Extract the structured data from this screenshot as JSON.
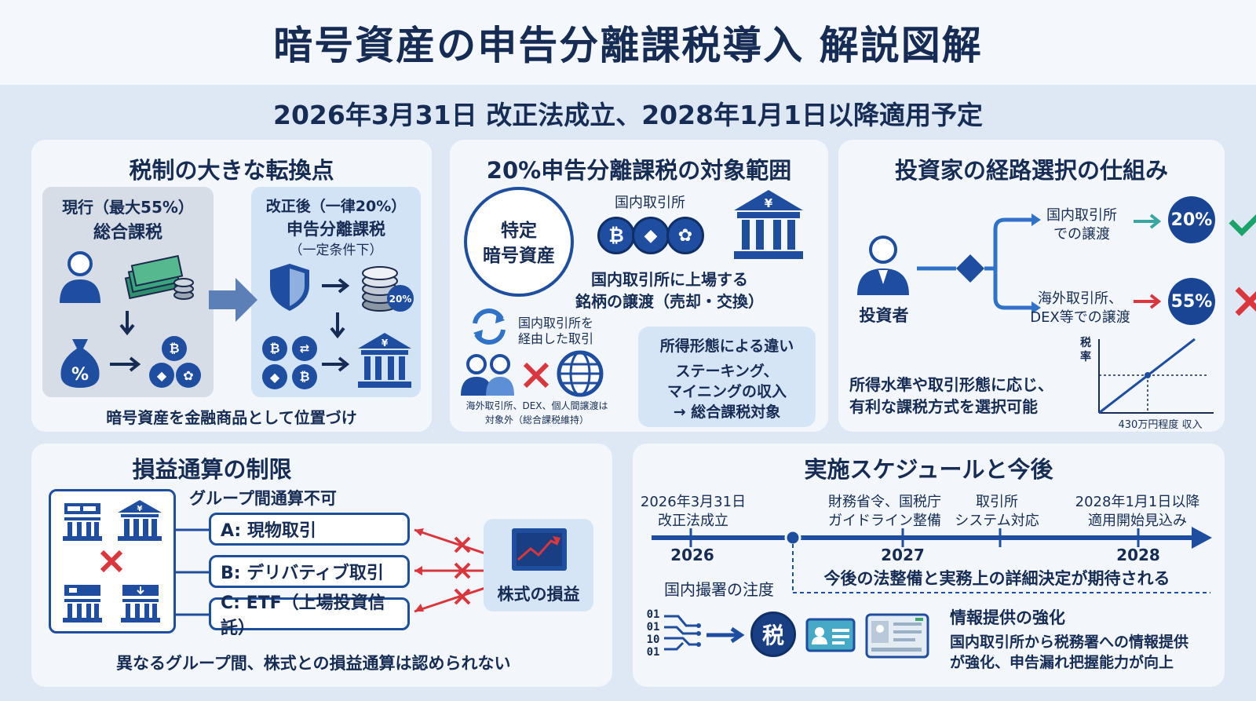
{
  "title": "暗号資産の申告分離課税導入 解説図解",
  "subtitle": "2026年3月31日 改正法成立、2028年1月1日以降適用予定",
  "panel1": {
    "title": "税制の大きな転換点",
    "current_line1": "現行（最大55%）",
    "current_line2": "総合課税",
    "revised_line1": "改正後（一律20%）",
    "revised_line2": "申告分離課税",
    "revised_line3": "（一定条件下）",
    "percent_symbol": "%",
    "coin_badge": "20%",
    "bank_symbol": "¥",
    "bottom": "暗号資産を金融商品として位置づけ"
  },
  "panel2": {
    "title": "20%申告分離課税の対象範囲",
    "circle_line1": "特定",
    "circle_line2": "暗号資産",
    "exchange_label": "国内取引所",
    "bank_symbol": "¥",
    "listed_line1": "国内取引所に上場する",
    "listed_line2": "銘柄の譲渡（売却・交換）",
    "via_line1": "国内取引所を",
    "via_line2": "経由した取引",
    "excluded_line1": "海外取引所、DEX、個人間譲渡は",
    "excluded_line2": "対象外（総合課税維持）",
    "income_title": "所得形態による違い",
    "income_line1": "ステーキング、",
    "income_line2": "マイニングの収入",
    "income_line3": "→ 総合課税対象"
  },
  "panel3": {
    "title": "投資家の経路選択の仕組み",
    "investor": "投資者",
    "route1_line1": "国内取引所",
    "route1_line2": "での譲渡",
    "route1_rate": "20%",
    "route2_line1": "海外取引所、",
    "route2_line2": "DEX等での譲渡",
    "route2_rate": "55%",
    "desc_line1": "所得水準や取引形態に応じ、",
    "desc_line2": "有利な課税方式を選択可能",
    "chart_ylabel": "税率",
    "chart_xlabel": "430万円程度 収入"
  },
  "panel4": {
    "title": "損益通算の制限",
    "subtitle": "グループ間通算不可",
    "bank_symbol": "¥",
    "groups": [
      "A: 現物取引",
      "B: デリバティブ取引",
      "C: ETF（上場投資信託）"
    ],
    "stock": "株式の損益",
    "bottom": "異なるグループ間、株式との損益通算は認められない"
  },
  "panel5": {
    "title": "実施スケジュールと今後",
    "event1_line1": "2026年3月31日",
    "event1_line2": "改正法成立",
    "event2_line1": "財務省令、国税庁",
    "event2_line2": "ガイドライン整備",
    "event3_line1": "取引所",
    "event3_line2": "システム対応",
    "event4_line1": "2028年1月1日以降",
    "event4_line2": "適用開始見込み",
    "year1": "2026",
    "year2": "2027",
    "year3": "2028",
    "note1": "国内撮署の注度",
    "note2": "今後の法整備と実務上の詳細決定が期待される",
    "binary": "01\n01\n10\n01",
    "tax_char": "税",
    "info_title": "情報提供の強化",
    "info_line1": "国内取引所から税務署への情報提供",
    "info_line2": "が強化、申告漏れ把握能力が向上"
  },
  "colors": {
    "navy": "#172c55",
    "blue": "#1f4ea0",
    "bg": "#dde8f4",
    "panel": "#f3f7fc",
    "red": "#d9363e",
    "green": "#1aa36b",
    "teal": "#3aa6a0"
  },
  "icons": [
    "person-icon",
    "cash-stack-icon",
    "coin-stack-icon",
    "money-bag-icon",
    "bitcoin-icon",
    "ethereum-icon",
    "shield-icon",
    "bank-icon",
    "cycle-arrows-icon",
    "people-icon",
    "globe-icon",
    "checkmark-icon",
    "cross-icon",
    "building-icon",
    "stock-chart-icon",
    "circuit-icon",
    "id-card-icon",
    "license-card-icon"
  ]
}
